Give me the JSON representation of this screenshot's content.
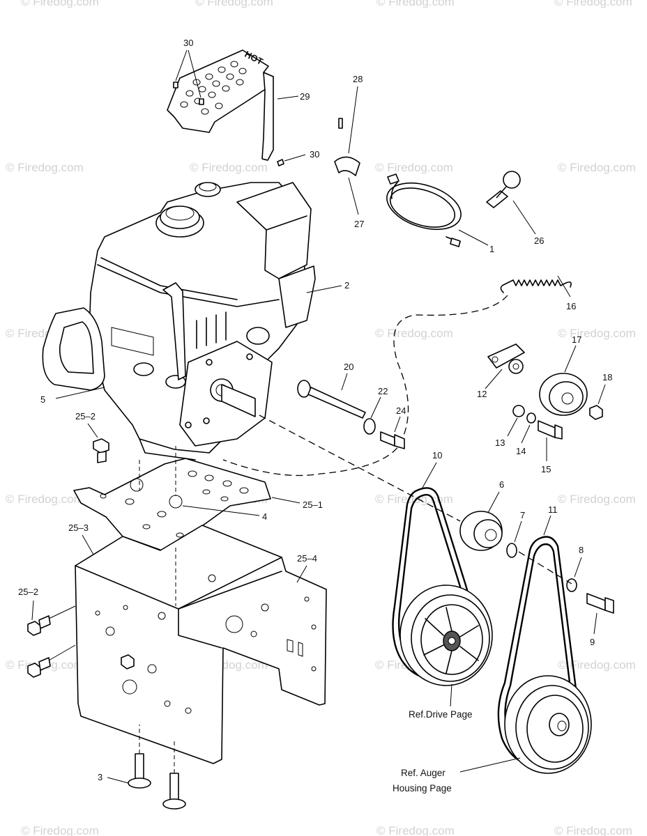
{
  "watermark": "© Firedog.com",
  "callouts": {
    "p1": "1",
    "p2": "2",
    "p3": "3",
    "p4": "4",
    "p5": "5",
    "p6": "6",
    "p7": "7",
    "p8": "8",
    "p9": "9",
    "p10": "10",
    "p11": "11",
    "p12": "12",
    "p13": "13",
    "p14": "14",
    "p15": "15",
    "p16": "16",
    "p17": "17",
    "p18": "18",
    "p20": "20",
    "p22": "22",
    "p24": "24",
    "p25_1": "25–1",
    "p25_2a": "25–2",
    "p25_2b": "25–2",
    "p25_3": "25–3",
    "p25_4": "25–4",
    "p26": "26",
    "p27": "27",
    "p28": "28",
    "p29": "29",
    "p30a": "30",
    "p30b": "30"
  },
  "references": {
    "drive": "Ref.Drive Page",
    "auger_line1": "Ref. Auger",
    "auger_line2": "Housing Page"
  },
  "shield_text": "HOT"
}
